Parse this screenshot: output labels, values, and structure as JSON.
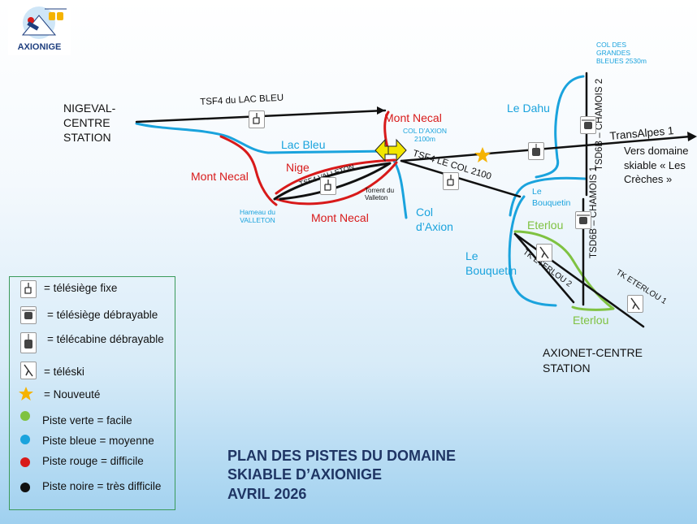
{
  "logo": {
    "text": "AXIONIGE"
  },
  "stations": {
    "nigeval": [
      "NIGEVAL-",
      "CENTRE",
      "STATION"
    ],
    "axionet": [
      "AXIONET-CENTRE",
      "STATION"
    ]
  },
  "lifts": {
    "tsf4_lac_bleu": "TSF4 du LAC BLEU",
    "tsf4_valleton": "TSF4 VALLETON",
    "tsf4_col": "TSF4 LE COL 2100",
    "transalpes": "TransAlpes 1",
    "tsd6b_chamois2": "TSD6B – CHAMOIS 2",
    "tsd6b_chamois1": "TSD6B – CHAMOIS 1",
    "tk_eterlou2": "TK ETERLOU 2",
    "tk_eterlou1": "TK ETERLOU 1"
  },
  "pistes": {
    "lac_bleu": "Lac Bleu",
    "le_dahu": "Le Dahu",
    "col_axion": [
      "Col",
      "d’Axion"
    ],
    "le_bouquetin_small": [
      "Le",
      "Bouquetin"
    ],
    "le_bouquetin": [
      "Le",
      "Bouquetin"
    ],
    "mont_necal_top": "Mont Necal",
    "mont_necal_left": "Mont Necal",
    "mont_necal_bottom": "Mont Necal",
    "nige": "Nige",
    "eterlou_top": "Eterlou",
    "eterlou_bottom": "Eterlou"
  },
  "places": {
    "col_axion": [
      "COL D’AXION",
      "2100m"
    ],
    "col_grandes_bleues": [
      "COL DES",
      "GRANDES",
      "BLEUES 2530m"
    ],
    "hameau": [
      "Hameau du",
      "VALLETON"
    ],
    "torrent": [
      "Torrent du",
      "Valleton"
    ],
    "vers_domaine": [
      "Vers domaine",
      "skiable « Les",
      "Crèches »"
    ]
  },
  "legend": {
    "items": [
      {
        "icon": "fixed-chairlift-icon",
        "text": "= télésiège fixe"
      },
      {
        "icon": "detachable-chairlift-icon",
        "text": "= télésiège débrayable"
      },
      {
        "icon": "gondola-icon",
        "text": "= télécabine débrayable"
      },
      {
        "icon": "surface-lift-icon",
        "text": "= téléski"
      },
      {
        "icon": "star-icon",
        "text": "= Nouveuté"
      },
      {
        "icon": "green-dot",
        "text": "Piste verte = facile"
      },
      {
        "icon": "blue-dot",
        "text": "Piste bleue = moyenne"
      },
      {
        "icon": "red-dot",
        "text": "Piste rouge = difficile"
      },
      {
        "icon": "black-dot",
        "text": "Piste noire = très difficile"
      }
    ]
  },
  "title": [
    "PLAN DES PISTES DU DOMAINE",
    "SKIABLE D’AXIONIGE",
    "AVRIL 2026"
  ],
  "colors": {
    "green": "#7fc241",
    "blue": "#1aa3dd",
    "red": "#d81a1a",
    "black": "#111111",
    "star": "#f5b301",
    "arrow": "#f2e600",
    "title": "#1f3564"
  }
}
